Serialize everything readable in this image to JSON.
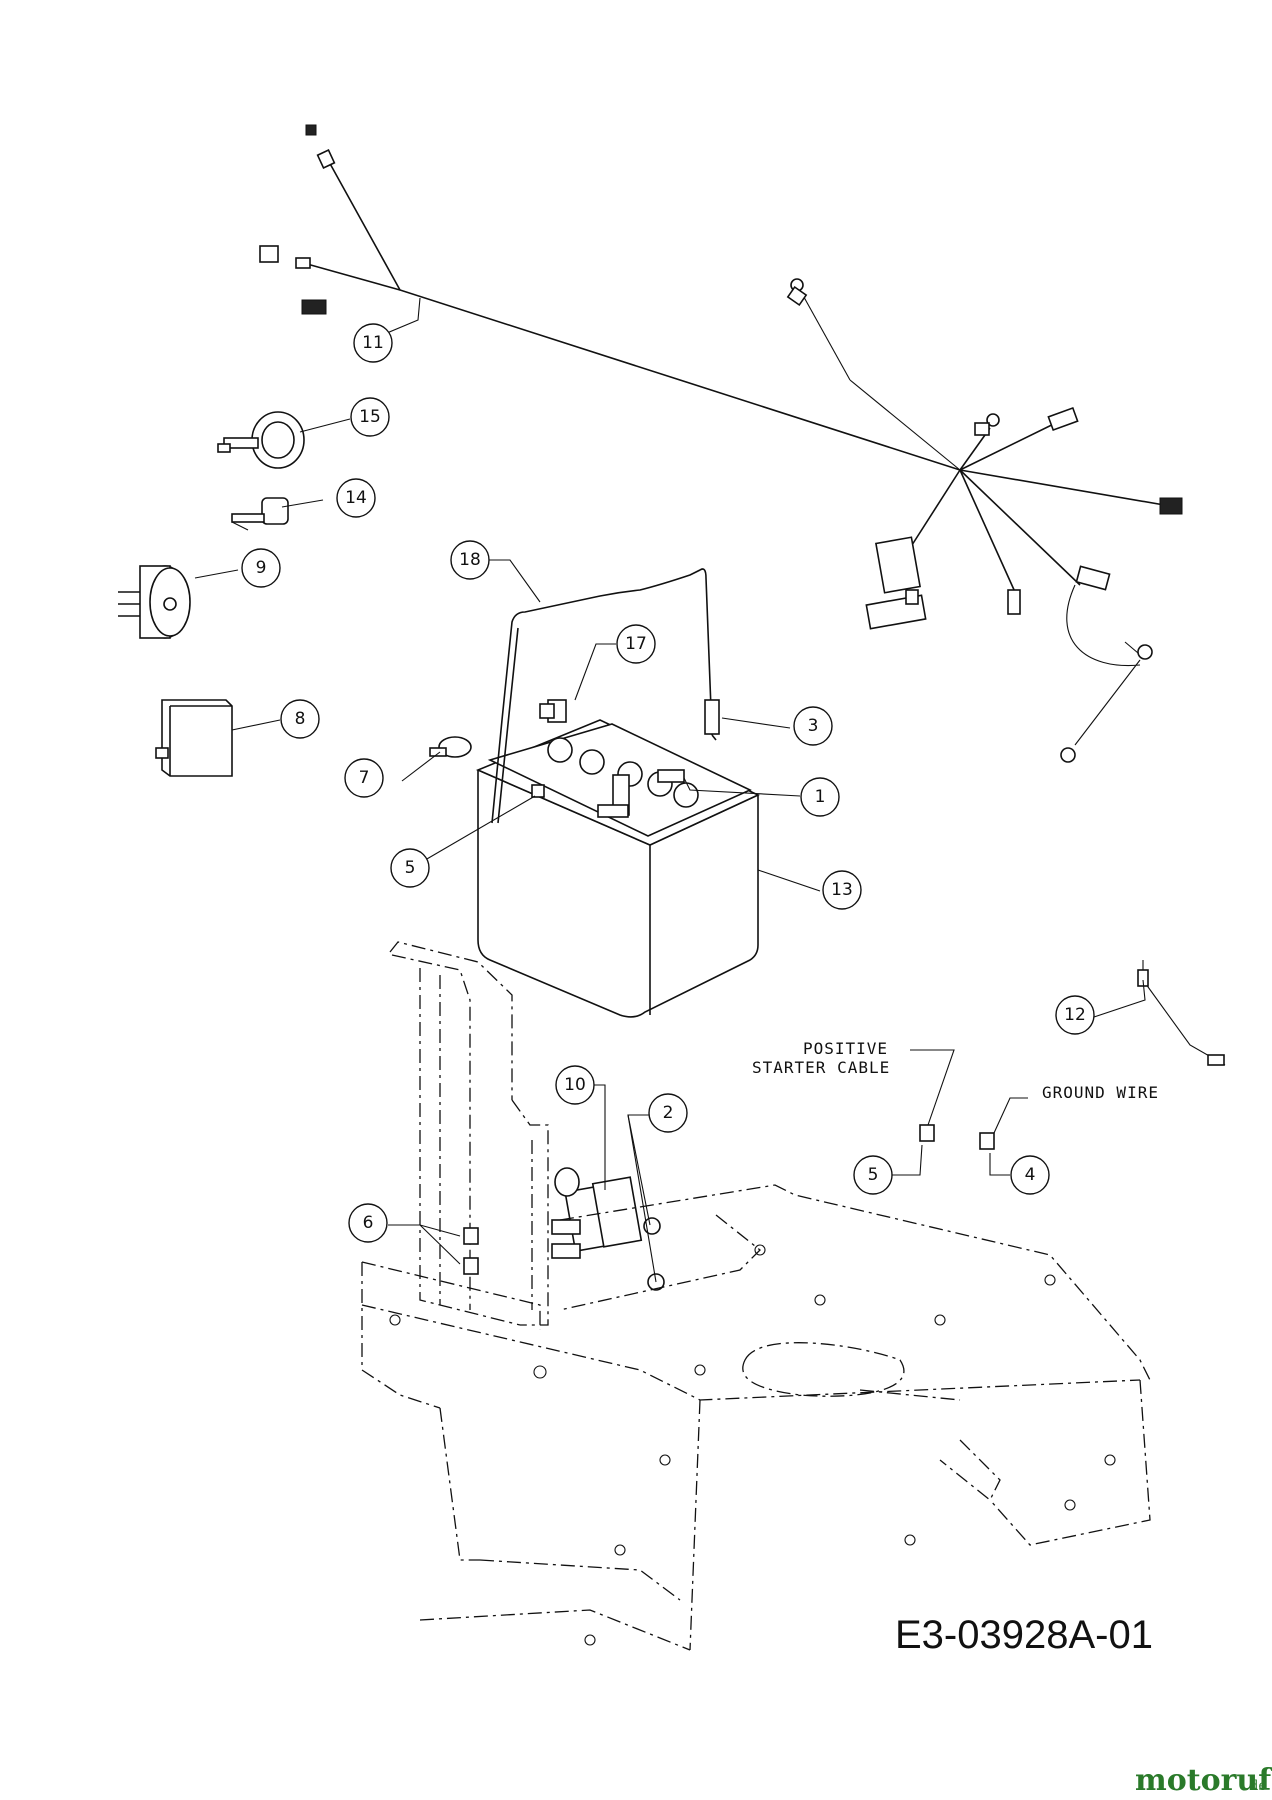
{
  "diagram": {
    "drawing_code": "E3-03928A-01",
    "callouts": [
      "1",
      "2",
      "3",
      "4",
      "5",
      "5",
      "6",
      "7",
      "8",
      "9",
      "10",
      "11",
      "12",
      "13",
      "14",
      "15",
      "17",
      "18"
    ],
    "notes": {
      "positive_line1": "POSITIVE",
      "positive_line2": "STARTER CABLE",
      "ground": "GROUND WIRE"
    },
    "watermark": {
      "brand": "motoruf",
      "suffix": ".de"
    }
  }
}
